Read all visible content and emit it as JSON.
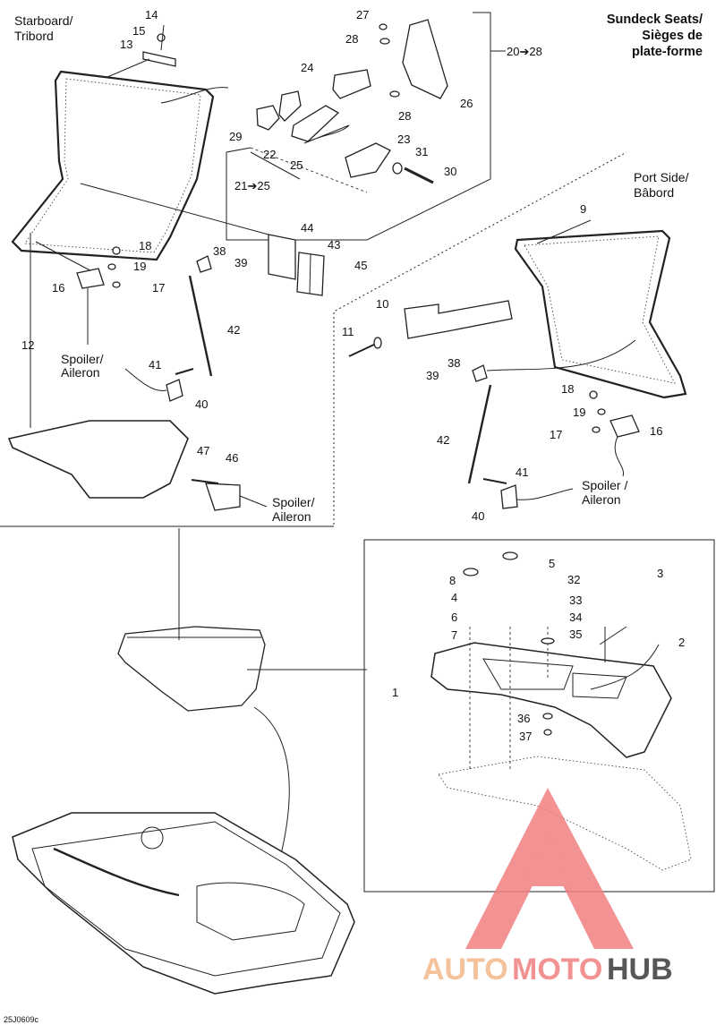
{
  "headings": {
    "title_line1": "Sundeck Seats/",
    "title_line2": "Sièges de",
    "title_line3": "plate-forme",
    "starboard_line1": "Starboard/",
    "starboard_line2": "Tribord",
    "port_line1": "Port Side/",
    "port_line2": "Bâbord"
  },
  "spoiler_labels": {
    "left_line1": "Spoiler/",
    "left_line2": "Aileron",
    "bottom_line1": "Spoiler/",
    "bottom_line2": "Aileron",
    "right_line1": "Spoiler /",
    "right_line2": "Aileron"
  },
  "group_labels": {
    "g20_28": "20➔28",
    "g21_25": "21➔25"
  },
  "callouts": {
    "c1": "1",
    "c2": "2",
    "c3": "3",
    "c4": "4",
    "c5": "5",
    "c6": "6",
    "c7": "7",
    "c8": "8",
    "c9": "9",
    "c10": "10",
    "c11": "11",
    "c12": "12",
    "c13": "13",
    "c14": "14",
    "c15": "15",
    "c16a": "16",
    "c16b": "16",
    "c17a": "17",
    "c17b": "17",
    "c18a": "18",
    "c18b": "18",
    "c19a": "19",
    "c19b": "19",
    "c22": "22",
    "c23": "23",
    "c24": "24",
    "c25": "25",
    "c26": "26",
    "c27": "27",
    "c28a": "28",
    "c28b": "28",
    "c29": "29",
    "c30": "30",
    "c31": "31",
    "c32": "32",
    "c33": "33",
    "c34": "34",
    "c35": "35",
    "c36": "36",
    "c37": "37",
    "c38a": "38",
    "c38b": "38",
    "c39a": "39",
    "c39b": "39",
    "c40a": "40",
    "c40b": "40",
    "c41a": "41",
    "c41b": "41",
    "c42a": "42",
    "c42b": "42",
    "c43": "43",
    "c44": "44",
    "c45": "45",
    "c46": "46",
    "c47": "47"
  },
  "reference_code": "25J0609c",
  "watermark": {
    "part1": "AUTO",
    "part2": "MOTO",
    "part3": "HUB",
    "color_primary": "#f07f7f",
    "color_secondary": "#f3b88a",
    "color_text": "#3a3a3a"
  }
}
